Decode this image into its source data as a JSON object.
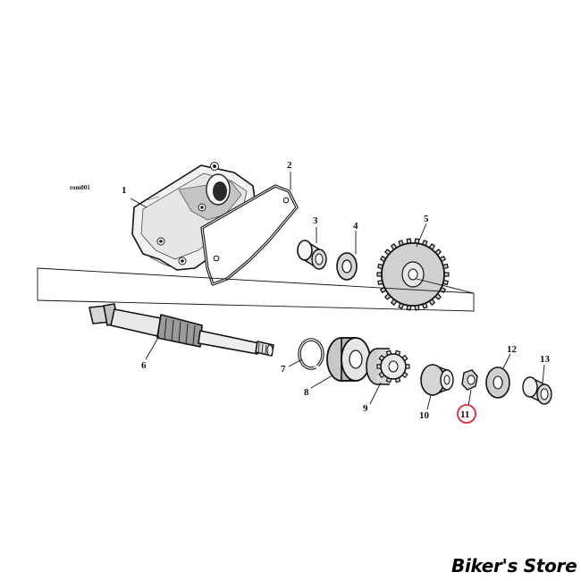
{
  "diagram": {
    "reference_code": "rom001",
    "callouts": [
      {
        "id": "c1",
        "label": "1"
      },
      {
        "id": "c2",
        "label": "2"
      },
      {
        "id": "c3",
        "label": "3"
      },
      {
        "id": "c4",
        "label": "4"
      },
      {
        "id": "c5",
        "label": "5"
      },
      {
        "id": "c6",
        "label": "6"
      },
      {
        "id": "c7",
        "label": "7"
      },
      {
        "id": "c8",
        "label": "8"
      },
      {
        "id": "c9",
        "label": "9"
      },
      {
        "id": "c10",
        "label": "10"
      },
      {
        "id": "c11",
        "label": "11",
        "highlighted": true
      },
      {
        "id": "c12",
        "label": "12"
      },
      {
        "id": "c13",
        "label": "13"
      }
    ],
    "highlight_color": "#e3262f"
  },
  "watermark": {
    "text": "Biker's Store"
  }
}
